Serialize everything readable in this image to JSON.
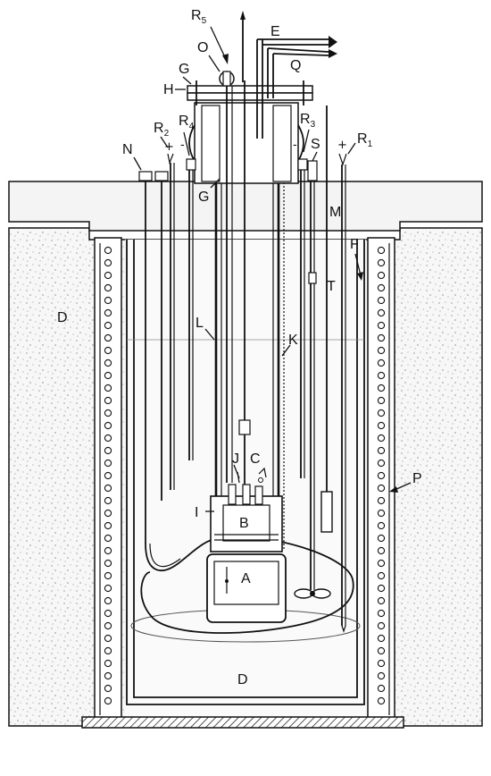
{
  "labels": {
    "R5": {
      "main": "R",
      "sub": "5"
    },
    "O": "O",
    "E": "E",
    "Q": "Q",
    "G_top": "G",
    "H": "H",
    "R2": {
      "main": "R",
      "sub": "2"
    },
    "R4": {
      "main": "R",
      "sub": "4"
    },
    "N": "N",
    "G_lower": "G",
    "R3": {
      "main": "R",
      "sub": "3"
    },
    "S": "S",
    "R1": {
      "main": "R",
      "sub": "1"
    },
    "M": "M",
    "F": "F",
    "T": "T",
    "D_left": "D",
    "L": "L",
    "K": "K",
    "J": "J",
    "C": "C",
    "I": "I",
    "B": "B",
    "A": "A",
    "P": "P",
    "D_bottom": "D"
  },
  "signs": {
    "r2_plus": "+",
    "r4_minus": "-",
    "r3_minus": "-",
    "r1_plus": "+"
  },
  "colors": {
    "line": "#111111",
    "insulation_fill": "#f2f2f2",
    "background": "#ffffff"
  }
}
